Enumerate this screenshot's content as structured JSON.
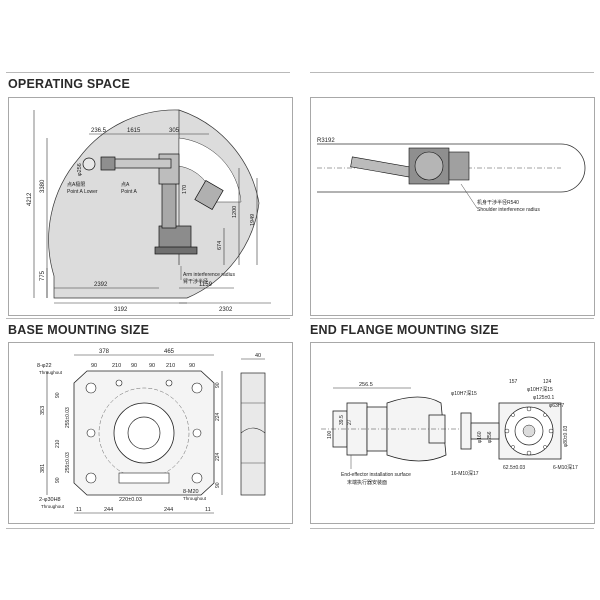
{
  "sections": {
    "operating_space": "OPERATING SPACE",
    "base_mounting": "BASE MOUNTING SIZE",
    "end_flange": "END FLANGE MOUNTING SIZE"
  },
  "operating": {
    "d_4212": "4212",
    "d_3380": "3380",
    "d_775": "775",
    "d_2392": "2392",
    "d_3192": "3192",
    "d_1159": "1159",
    "d_2302": "2302",
    "d_236_5": "236.5",
    "d_1615": "1615",
    "d_305": "305",
    "d_phi256": "φ256",
    "d_170": "170",
    "d_1200": "1200",
    "d_1949": "1949",
    "d_674": "674",
    "label_point_a_lower_cn": "点A极限",
    "label_point_a_lower_en": "Point A Lower",
    "label_point_a_cn": "点A",
    "label_point_a_en": "Point A",
    "arm_interference_en": "Arm interference radius",
    "arm_interference_cn": "臂干涉半径"
  },
  "top_view": {
    "d_r3192": "R3192",
    "shoulder_cn": "机身干涉半径R540",
    "shoulder_en": "Shoulder interference radius"
  },
  "base": {
    "d_378": "378",
    "d_465": "465",
    "d_8_phi22": "8-φ22",
    "through_1": "Throughout",
    "d_90a": "90",
    "d_210a": "210",
    "d_90b": "90",
    "d_90c": "90",
    "d_210b": "210",
    "d_90d": "90",
    "d_353": "353",
    "d_381": "381",
    "d_90e": "90",
    "d_255_03a": "255±0.03",
    "d_210c": "210",
    "d_255_03b": "255±0.03",
    "d_90f": "90",
    "d_90g": "90",
    "d_224a": "224",
    "d_224b": "224",
    "d_90h": "90",
    "d_2_phi30": "2-φ30H8",
    "through_2": "Throughout",
    "d_220_03": "220±0.03",
    "d_8_m20": "8-M20",
    "through_3": "Throughout",
    "d_11a": "11",
    "d_244a": "244",
    "d_244b": "244",
    "d_11b": "11",
    "d_40": "40"
  },
  "flange": {
    "d_256_5": "256.5",
    "d_phi10h7_15": "φ10H7深15",
    "d_157": "157",
    "d_124": "124",
    "d_phi10h7_15b": "φ10H7深15",
    "d_phi125": "φ125±0.1",
    "d_phi63": "φ63H7",
    "d_phi160": "φ160",
    "d_phi256": "φ256",
    "d_phi80": "φ80±0.03",
    "d_39_5": "39.5",
    "d_27": "27",
    "d_100": "100",
    "end_effector_en": "End-effector installation surface",
    "end_effector_cn": "末端执行器安装面",
    "d_16_m10": "16-M10深17",
    "d_62_5": "62.5±0.03",
    "d_6_m10": "6-M10深17"
  }
}
